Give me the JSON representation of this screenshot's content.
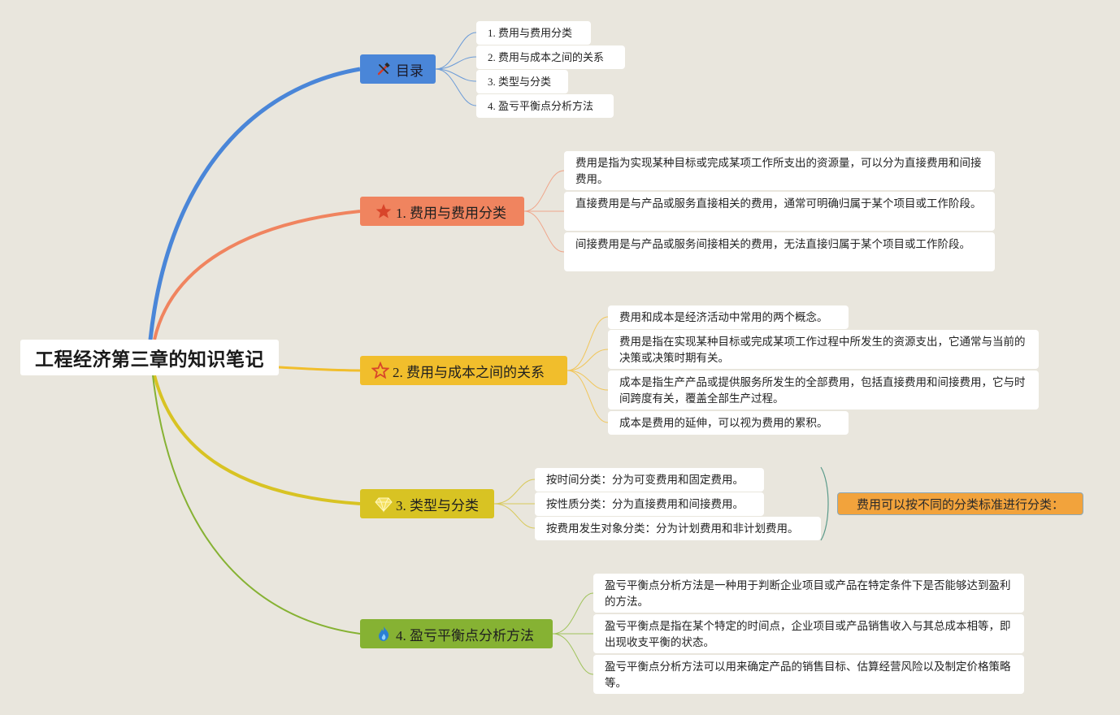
{
  "root": {
    "title": "工程经济第三章的知识笔记"
  },
  "colors": {
    "toc": "#4a86d8",
    "b1": "#f0845f",
    "b2": "#f1be2c",
    "b3": "#d8c323",
    "b4": "#86b233",
    "summary": "#f2a33c",
    "background": "#e9e6dd"
  },
  "toc": {
    "label": "目录",
    "icon": "tools-icon",
    "items": [
      "1. 费用与费用分类",
      "2. 费用与成本之间的关系",
      "3. 类型与分类",
      "4. 盈亏平衡点分析方法"
    ]
  },
  "branch1": {
    "label": "1. 费用与费用分类",
    "icon": "star-filled-icon",
    "items": [
      "费用是指为实现某种目标或完成某项工作所支出的资源量，可以分为直接费用和间接费用。",
      "直接费用是与产品或服务直接相关的费用，通常可明确归属于某个项目或工作阶段。",
      "间接费用是与产品或服务间接相关的费用，无法直接归属于某个项目或工作阶段。"
    ]
  },
  "branch2": {
    "label": "2. 费用与成本之间的关系",
    "icon": "star-outline-icon",
    "items": [
      "费用和成本是经济活动中常用的两个概念。",
      "费用是指在实现某种目标或完成某项工作过程中所发生的资源支出，它通常与当前的决策或决策时期有关。",
      "成本是指生产产品或提供服务所发生的全部费用，包括直接费用和间接费用，它与时间跨度有关，覆盖全部生产过程。",
      "成本是费用的延伸，可以视为费用的累积。"
    ]
  },
  "branch3": {
    "label": "3. 类型与分类",
    "icon": "diamond-icon",
    "items": [
      "按时间分类：分为可变费用和固定费用。",
      "按性质分类：分为直接费用和间接费用。",
      "按费用发生对象分类：分为计划费用和非计划费用。"
    ],
    "summary": "费用可以按不同的分类标准进行分类："
  },
  "branch4": {
    "label": "4. 盈亏平衡点分析方法",
    "icon": "flame-icon",
    "items": [
      "盈亏平衡点分析方法是一种用于判断企业项目或产品在特定条件下是否能够达到盈利的方法。",
      "盈亏平衡点是指在某个特定的时间点，企业项目或产品销售收入与其总成本相等，即出现收支平衡的状态。",
      "盈亏平衡点分析方法可以用来确定产品的销售目标、估算经营风险以及制定价格策略等。"
    ]
  }
}
